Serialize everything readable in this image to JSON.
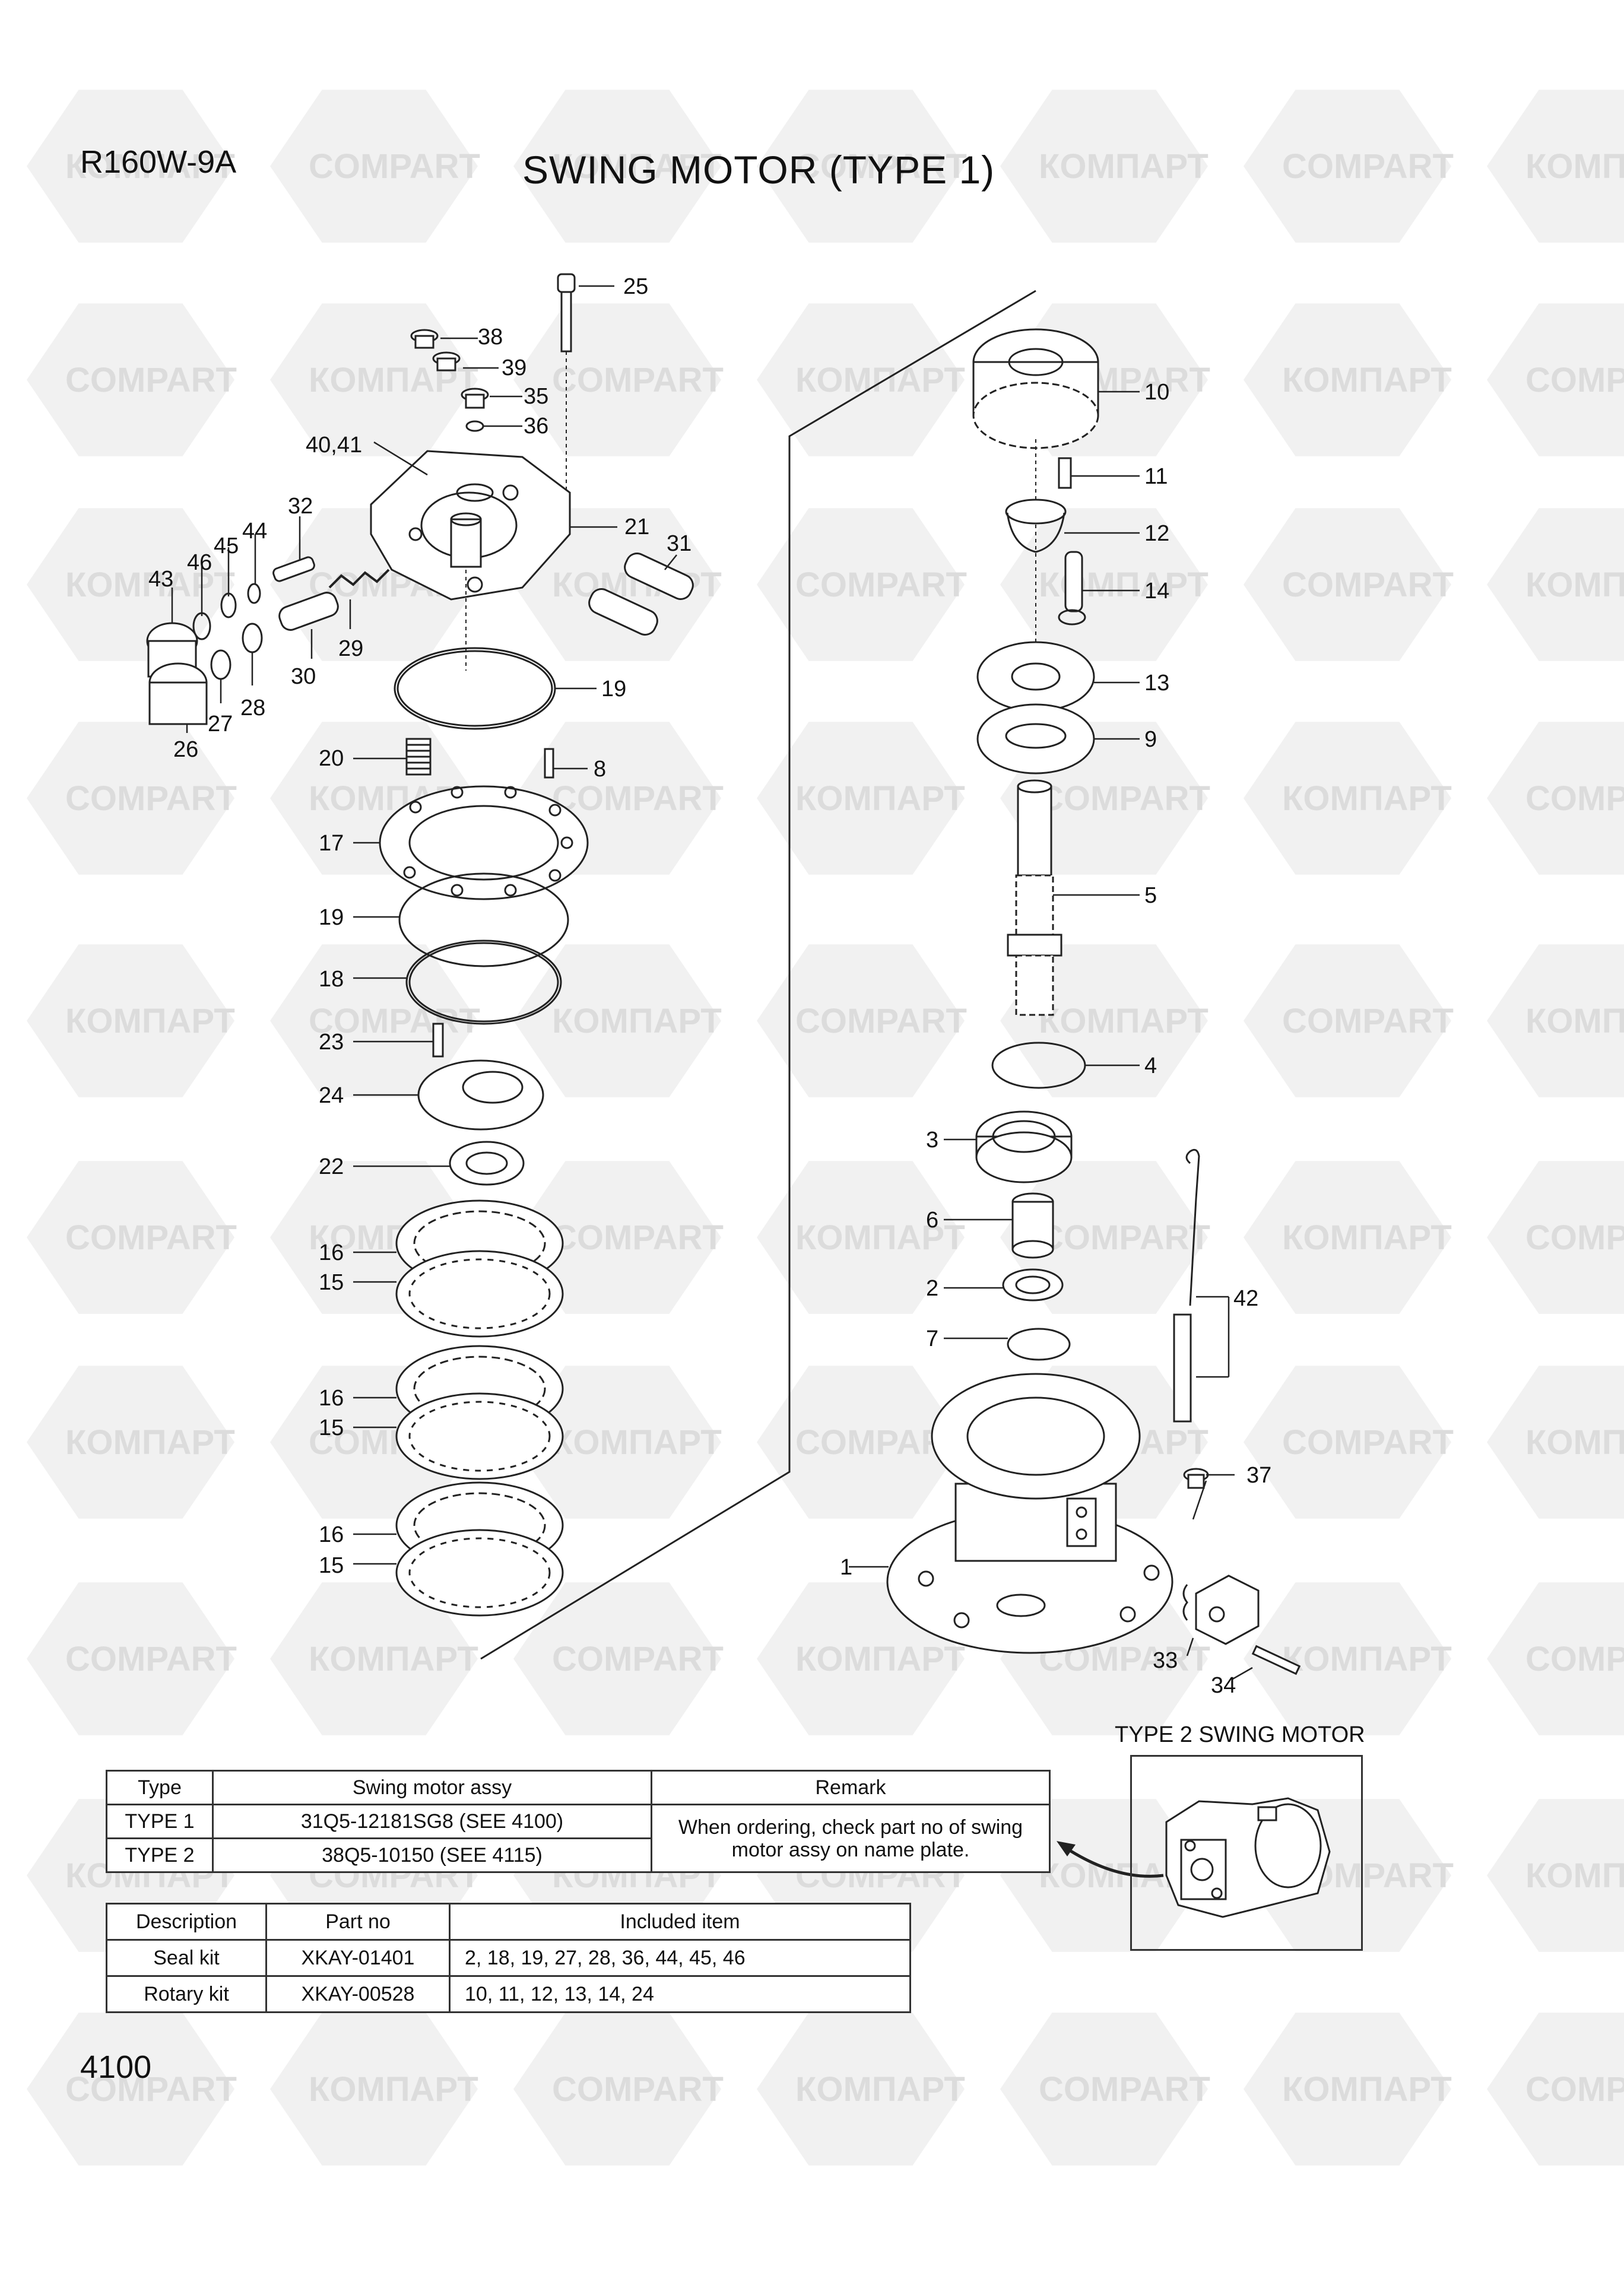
{
  "header": {
    "model": "R160W-9A",
    "title": "SWING MOTOR (TYPE 1)"
  },
  "page_number": "4100",
  "watermark": {
    "texts": [
      "КОМПАРТ",
      "COMPART"
    ],
    "color": "#dcdcdc"
  },
  "parts": {
    "p1": "1",
    "p2": "2",
    "p3": "3",
    "p4": "4",
    "p5": "5",
    "p6": "6",
    "p7": "7",
    "p8": "8",
    "p9": "9",
    "p10": "10",
    "p11": "11",
    "p12": "12",
    "p13": "13",
    "p14": "14",
    "p15": "15",
    "p16": "16",
    "p17": "17",
    "p18": "18",
    "p19": "19",
    "p20": "20",
    "p21": "21",
    "p22": "22",
    "p23": "23",
    "p24": "24",
    "p25": "25",
    "p26": "26",
    "p27": "27",
    "p28": "28",
    "p29": "29",
    "p30": "30",
    "p31": "31",
    "p32": "32",
    "p33": "33",
    "p34": "34",
    "p35": "35",
    "p36": "36",
    "p37": "37",
    "p38": "38",
    "p39": "39",
    "p4041": "40,41",
    "p42": "42",
    "p43": "43",
    "p44": "44",
    "p45": "45",
    "p46": "46"
  },
  "type_table": {
    "headers": [
      "Type",
      "Swing motor assy",
      "Remark"
    ],
    "rows": [
      [
        "TYPE 1",
        "31Q5-12181SG8 (SEE 4100)"
      ],
      [
        "TYPE 2",
        "38Q5-10150 (SEE 4115)"
      ]
    ],
    "remark": "When ordering, check part no of swing motor assy on name plate."
  },
  "kit_table": {
    "headers": [
      "Description",
      "Part no",
      "Included item"
    ],
    "rows": [
      [
        "Seal kit",
        "XKAY-01401",
        "2, 18, 19, 27, 28, 36, 44, 45, 46"
      ],
      [
        "Rotary kit",
        "XKAY-00528",
        "10, 11, 12, 13, 14, 24"
      ]
    ]
  },
  "type2": {
    "title": "TYPE 2 SWING MOTOR"
  }
}
